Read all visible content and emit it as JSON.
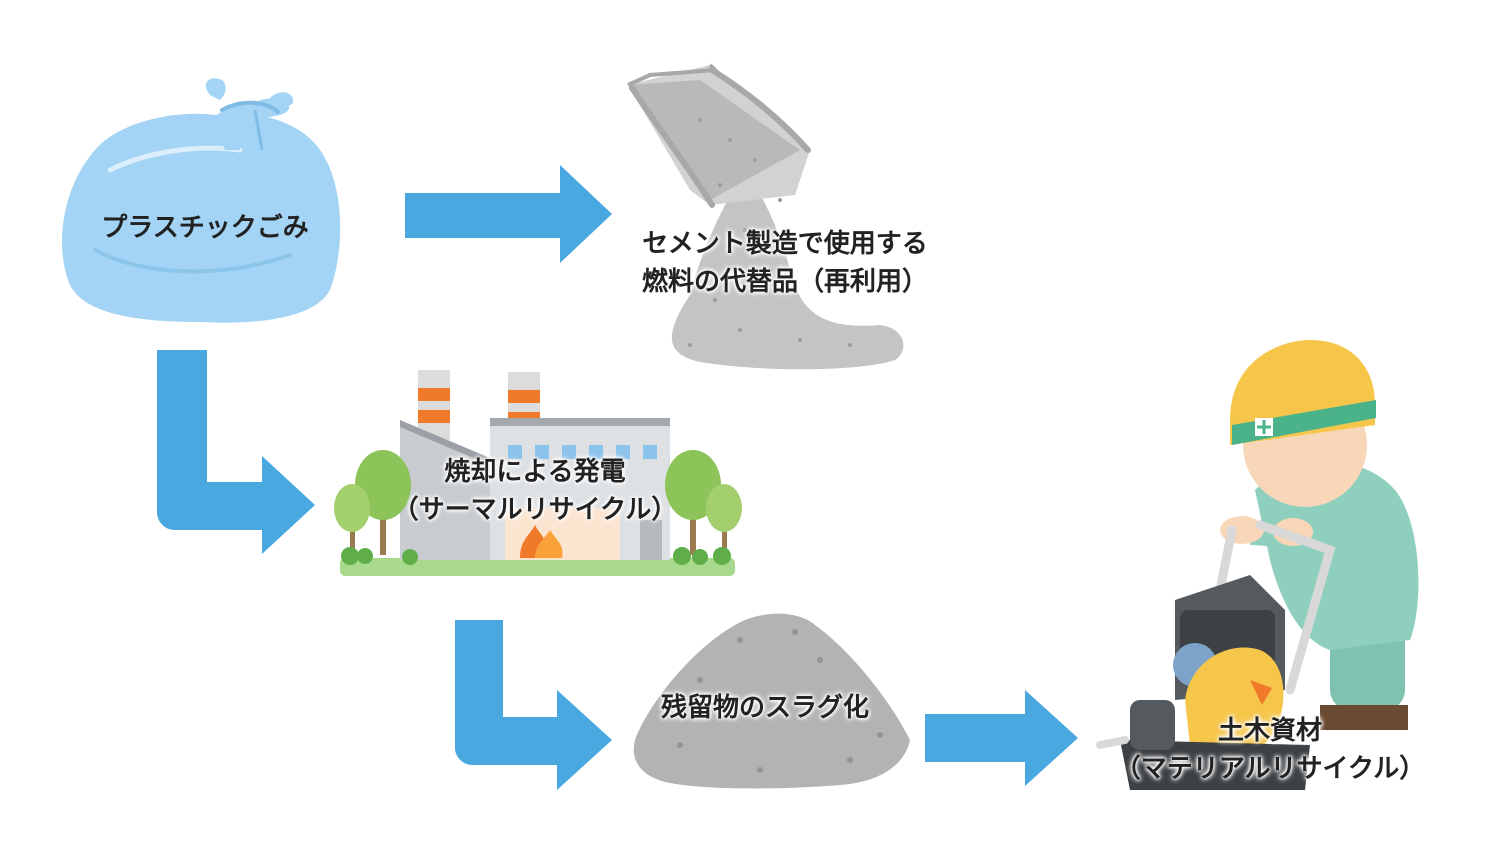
{
  "nodes": {
    "plastic_waste": {
      "label": "プラスチックごみ"
    },
    "cement_fuel": {
      "line1": "セメント製造で使用する",
      "line2": "燃料の代替品（再利用）"
    },
    "incineration": {
      "line1": "焼却による発電",
      "line2": "（サーマルリサイクル）"
    },
    "slag": {
      "label": "残留物のスラグ化"
    },
    "civil_material": {
      "line1": "土木資材",
      "line2": "（マテリアルリサイクル）"
    }
  },
  "colors": {
    "arrow": "#4aa8e0",
    "bag": "#a3d4f5",
    "gray_material": "#c4c4c4",
    "factory_stripe": "#f07a2a",
    "helmet": "#f6c64a",
    "worker_suit": "#8fcfbe",
    "tree": "#8cc45a"
  },
  "icons": [
    "plastic-bag-icon",
    "cement-chute-icon",
    "factory-icon",
    "slag-pile-icon",
    "construction-worker-icon",
    "plate-compactor-icon"
  ]
}
